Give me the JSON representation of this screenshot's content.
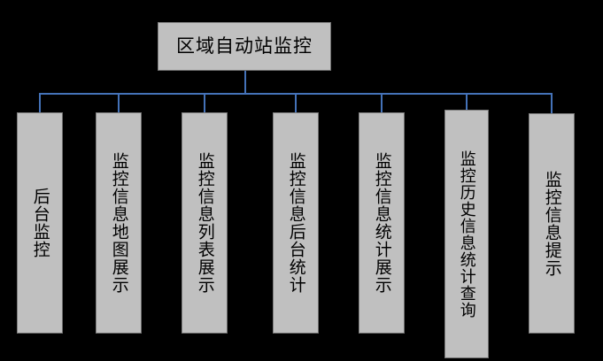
{
  "diagram": {
    "title": "区域自动站监控",
    "background_color": "#000000",
    "node_fill_color": "#c0c0c0",
    "node_border_color": "#7f7f7f",
    "connector_color": "#4472b8",
    "root": {
      "label": "区域自动站监控",
      "orientation": "horizontal"
    },
    "children": [
      {
        "label": "后台监控",
        "orientation": "vertical"
      },
      {
        "label": "监控信息地图展示",
        "orientation": "vertical"
      },
      {
        "label": "监控信息列表展示",
        "orientation": "vertical"
      },
      {
        "label": "监控信息后台统计",
        "orientation": "vertical"
      },
      {
        "label": "监控信息统计展示",
        "orientation": "vertical"
      },
      {
        "label": "监控历史信息统计查询",
        "orientation": "vertical"
      },
      {
        "label": "监控信息提示",
        "orientation": "vertical"
      }
    ]
  }
}
